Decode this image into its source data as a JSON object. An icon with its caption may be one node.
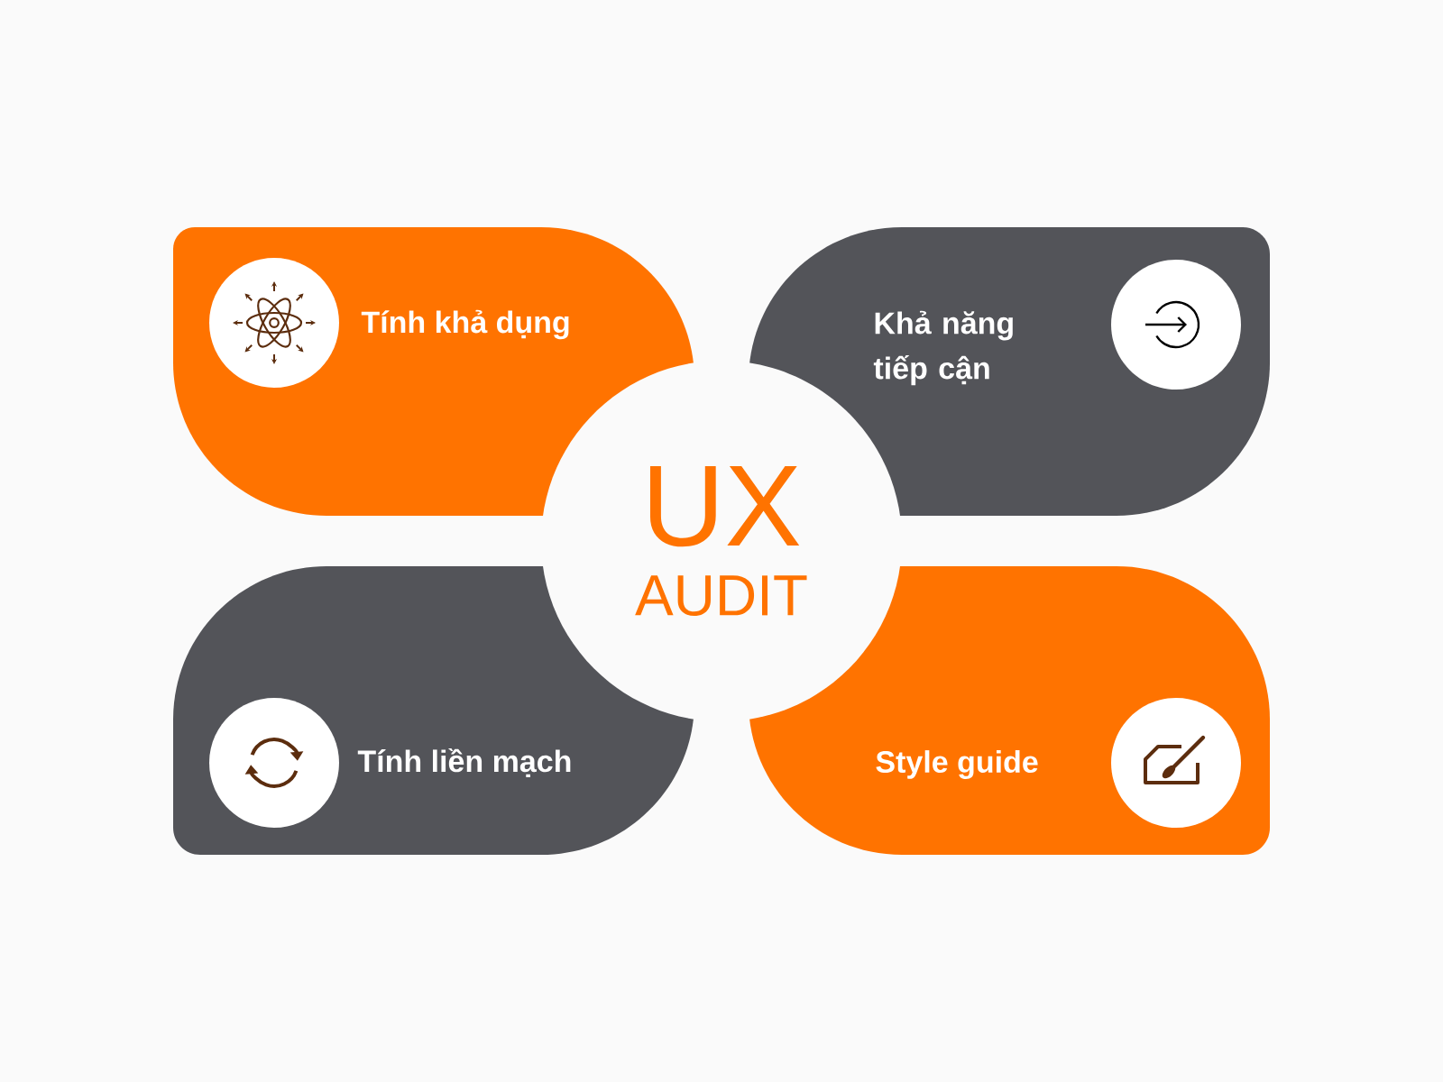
{
  "diagram": {
    "nodes": [
      {
        "text": [
          "Tính khả dụng"
        ]
      },
      {
        "text": [
          "Khả năng tiếp cận"
        ]
      },
      {
        "text": [
          "UX",
          "AUDIT"
        ]
      },
      {
        "text": [
          "Tính liền mạch"
        ]
      },
      {
        "text": [
          "Style guide"
        ]
      }
    ]
  }
}
